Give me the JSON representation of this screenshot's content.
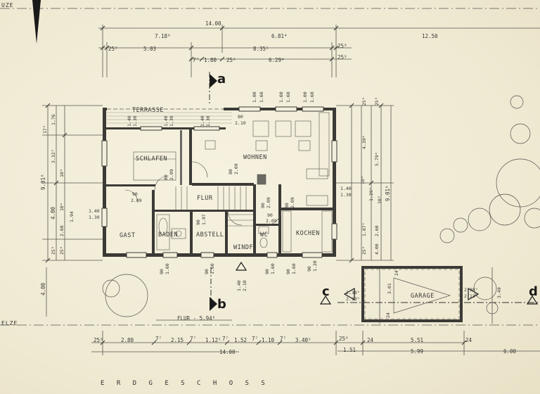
{
  "title": "E R D G E S C H O S S",
  "corner_top_left": "UZE",
  "corner_bottom_left": "ELZE",
  "rooms": {
    "terrasse": "TERRASSE",
    "schlafen": "SCHLAFEN",
    "wohnen": "WOHNEN",
    "flur": "FLUR",
    "gast": "GAST",
    "baden": "BADEN",
    "abstell": "ABSTELL",
    "windf": "WINDF.",
    "wc": "WC",
    "kochen": "KOCHEN",
    "garage": "GARAGE"
  },
  "section_marks": {
    "a": "a",
    "b": "b",
    "c": "c",
    "d": "d"
  },
  "top_dims": {
    "total": "14.00",
    "left_part": "7.18⁶",
    "right_part": "6.81⁴",
    "plot": "12.50",
    "r2_1": "25⁹",
    "r2_2": "5.03",
    "r2_3": "8.35⁵",
    "r2_4": "25⁹",
    "r3_1": "7⁷",
    "r3_2": "1.80",
    "r3_3": "25⁹",
    "r3_4": "6.29⁴",
    "r3_5": "25⁹"
  },
  "bottom_dims": {
    "flur": "FLUR - 5.94⁶",
    "b1": "25⁹",
    "b2": "2.80",
    "b3": "7⁷",
    "b4": "2.15",
    "b5": "7⁷",
    "b6": "1.12⁵",
    "b7": "7⁷",
    "b8": "1.52",
    "b9": "7⁷",
    "b10": "1.10",
    "b11": "7⁷",
    "b12": "3.40⁵",
    "b13": "25⁹",
    "total": "14.00",
    "g1": "1.51",
    "g2": "24",
    "g3": "5.51",
    "g4": "24",
    "g5": "5.99",
    "g6": "6.00"
  },
  "left_dims": {
    "l1": "17⁵",
    "l2": "1.76",
    "l3": "3.32³",
    "l4": "9.01⁸",
    "l5": "10⁴",
    "l6": "10⁴",
    "l7": "1.94",
    "l8": "4.00",
    "l9": "2.60",
    "l10": "25⁹",
    "l11": "25⁹",
    "l12": "4.00",
    "l13": "1.40",
    "l14": "1.30"
  },
  "right_dims": {
    "r1": "25⁹",
    "r2": "25⁹",
    "r3": "4.39⁶",
    "r4": "5.79⁶",
    "r5": "9.01⁸",
    "r6": "10⁴",
    "r7": "1.29⁵",
    "r8": "10⁴",
    "r9": "1.40",
    "r10": "1.30",
    "r11": "25⁹",
    "r12": "1.87⁵",
    "r13": "2.60",
    "r14": "4.00",
    "r15": "3.01",
    "r16": "3.49",
    "r17": "24",
    "r18": "24"
  },
  "window_dims": {
    "w1": "1.00",
    "w2": "1.60",
    "w3": "1.60",
    "w4": "1.60",
    "w5": "1.00",
    "w6": "1.60",
    "w7": "1.40",
    "w8": "1.30",
    "w9": "1.40",
    "w10": "1.30",
    "w11": "1.40",
    "w12": "1.30",
    "w13": "80",
    "w14": "2.10",
    "w15": "80",
    "w16": "2.09",
    "w17": "90",
    "w18": "2.09",
    "w19": "80",
    "w20": "2.09",
    "w21": "90",
    "w22": "2.09",
    "w23": "80",
    "w24": "2.09",
    "w25": "90",
    "w26": "2.09",
    "w27": "90",
    "w28": "1.97",
    "w29": "1.40",
    "w30": "2.10",
    "w31": "90",
    "w32": "1.60",
    "w33": "90",
    "w34": "1.60",
    "w35": "90",
    "w36": "1.60",
    "w37": "90",
    "w38": "1.60",
    "w39": "90",
    "w40": "1.20",
    "w41": "2.38⁵",
    "w42": "2.13⁵",
    "w43": "2.38⁵",
    "w44": "2.13⁵"
  }
}
